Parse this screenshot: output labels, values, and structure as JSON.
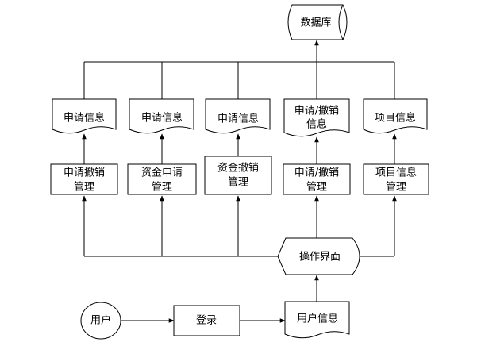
{
  "database": {
    "label": "数据库"
  },
  "documents": [
    {
      "lines": [
        "申请信息"
      ]
    },
    {
      "lines": [
        "申请信息"
      ]
    },
    {
      "lines": [
        "申请信息"
      ]
    },
    {
      "lines": [
        "申请/撤销",
        "信息"
      ]
    },
    {
      "lines": [
        "项目信息"
      ]
    }
  ],
  "modules": [
    {
      "lines": [
        "申请撤销",
        "管理"
      ]
    },
    {
      "lines": [
        "资金申请",
        "管理"
      ]
    },
    {
      "lines": [
        "资金撤销",
        "管理"
      ]
    },
    {
      "lines": [
        "申请/撤销",
        "管理"
      ]
    },
    {
      "lines": [
        "项目信息",
        "管理"
      ]
    }
  ],
  "interface": {
    "label": "操作界面"
  },
  "user": {
    "label": "用户"
  },
  "login": {
    "label": "登录"
  },
  "user_info": {
    "label": "用户信息"
  }
}
